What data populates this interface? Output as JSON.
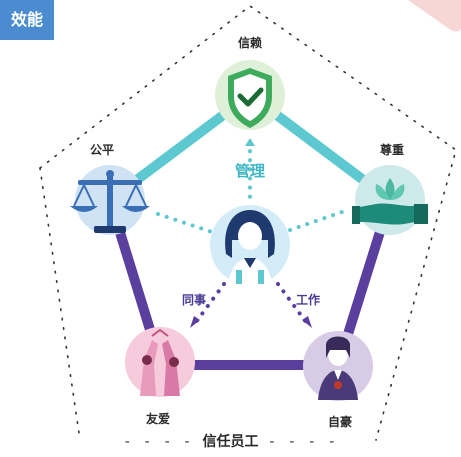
{
  "header": {
    "tab_label": "效能"
  },
  "diagram": {
    "nodes": {
      "trust": "信赖",
      "fairness": "公平",
      "respect": "尊重",
      "friendship": "友爱",
      "pride": "自豪"
    },
    "center": {
      "management": "管理",
      "colleagues": "同事",
      "work": "工作"
    },
    "footer_label": "信任员工",
    "colors": {
      "teal": "#5ec8d0",
      "purple": "#5a3f9e",
      "trust_green": "#3daa5c",
      "navy": "#1e3a6e"
    },
    "icons": {
      "trust": "shield-check-icon",
      "fairness": "scales-icon",
      "respect": "lotus-hand-icon",
      "friendship": "high-five-icon",
      "pride": "medal-person-icon",
      "center": "manager-person-icon"
    }
  }
}
